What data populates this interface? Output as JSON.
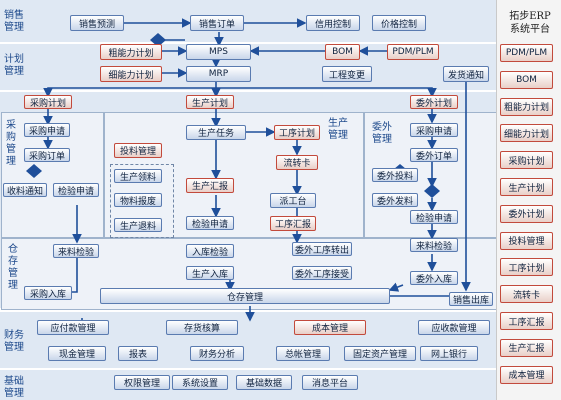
{
  "brand": {
    "line1": "拓步ERP",
    "line2": "系统平台"
  },
  "sections": {
    "sales": "销售管理",
    "plan": "计划管理",
    "purchase": "采购管理",
    "production": "生产管理",
    "outsource": "委外管理",
    "warehouse": "仓存管理",
    "finance": "财务管理",
    "basic": "基础管理"
  },
  "boxes": {
    "sales_forecast": "销售预测",
    "sales_order": "销售订单",
    "credit_control": "信用控制",
    "price_control": "价格控制",
    "rough_plan": "粗能力计划",
    "fine_plan": "细能力计划",
    "mps": "MPS",
    "mrp": "MRP",
    "bom": "BOM",
    "pdm_plm": "PDM/PLM",
    "eng_change": "工程变更",
    "ship_notice": "发货通知",
    "purchase_plan": "采购计划",
    "production_plan": "生产计划",
    "outsource_plan": "委外计划",
    "purchase_request": "采购申请",
    "purchase_order": "采购订单",
    "receive_notice": "收料通知",
    "inspect_request": "检验申请",
    "incoming_inspect": "来料检验",
    "purchase_in": "采购入库",
    "prod_task": "生产任务",
    "process_plan": "工序计划",
    "flow_card": "流转卡",
    "dispatch": "派工台",
    "process_report": "工序汇报",
    "process_out": "委外工序转出",
    "process_back": "委外工序接受",
    "invest_mgmt": "投料管理",
    "prod_pick": "生产领料",
    "material_report": "物料报废",
    "prod_return": "生产退料",
    "prod_report": "生产汇报",
    "prod_inspect": "检验申请",
    "in_inspect": "入库检验",
    "prod_in": "生产入库",
    "os_request": "采购申请",
    "os_order": "委外订单",
    "os_invest": "委外投料",
    "os_send": "委外发料",
    "os_inspect": "检验申请",
    "os_incoming": "来料检验",
    "os_in": "委外入库",
    "warehouse_mgmt": "仓存管理",
    "sales_out": "销售出库",
    "ap": "应付款管理",
    "cash": "现金管理",
    "report": "报表",
    "inventory_cost": "存货核算",
    "fin_analysis": "财务分析",
    "cost_mgmt": "成本管理",
    "ledger": "总帐管理",
    "fixed_assets": "固定资产管理",
    "ar": "应收款管理",
    "online_bank": "网上银行",
    "permission": "权限管理",
    "sys_settings": "系统设置",
    "basic_data": "基础数据",
    "msg_platform": "消息平台"
  },
  "right_menu": [
    "PDM/PLM",
    "BOM",
    "粗能力计划",
    "细能力计划",
    "采购计划",
    "生产计划",
    "委外计划",
    "投料管理",
    "工序计划",
    "流转卡",
    "工序汇报",
    "生产汇报",
    "成本管理"
  ]
}
